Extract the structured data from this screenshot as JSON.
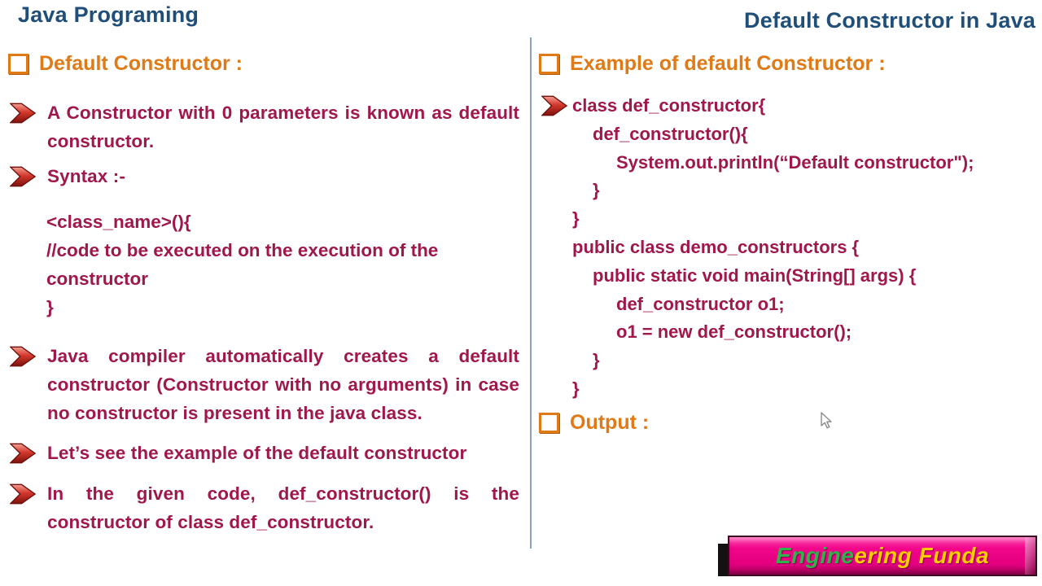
{
  "slide": {
    "left_title": "Java Programing",
    "right_title": "Default Constructor in Java"
  },
  "left": {
    "heading": "Default Constructor :",
    "bullets": {
      "b1": "A Constructor with 0 parameters is known as default constructor.",
      "b2": "Syntax :-",
      "b3": "Java compiler automatically creates a default constructor (Constructor with no arguments) in case no constructor is present in the java class.",
      "b4": "Let’s see the example of the default constructor",
      "b5": "In the given code, def_constructor() is the constructor of class def_constructor."
    },
    "syntax_lines": [
      "<class_name>(){",
      "//code to be executed on the execution of the",
      "constructor",
      "}"
    ]
  },
  "right": {
    "heading": "Example of default Constructor :",
    "code_lines": [
      "class def_constructor{",
      "def_constructor(){",
      "System.out.println(“Default constructor\");",
      "}",
      "}",
      "public class demo_constructors {",
      "public static void main(String[] args) {",
      "def_constructor o1;",
      "o1 = new def_constructor();",
      "}",
      "}"
    ],
    "output_heading": "Output :"
  },
  "logo": {
    "brand_green": "Engine",
    "brand_yellow": "ering Funda"
  },
  "colors": {
    "title_navy": "#1F4E79",
    "heading_orange": "#DF7A16",
    "body_maroon": "#A0174C",
    "divider_blue": "#86A3C4",
    "arrow_red": "#C0281E",
    "logo_pink": "#EE0D8C",
    "logo_green": "#2EB34B",
    "logo_yellow": "#FFCC00"
  }
}
